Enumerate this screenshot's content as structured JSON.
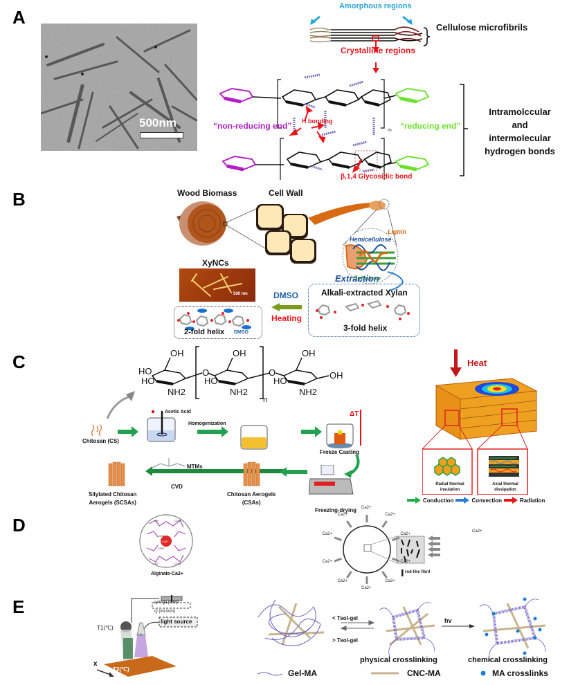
{
  "panels": {
    "A": {
      "letter": "A",
      "tem_scale_bar": "500nm",
      "amorphous_label": "Amorphous regions",
      "microfibrils_label": "Cellulose microfibrils",
      "crystalline_label": "Crystalline regions",
      "non_reducing_label": "“non-reducing end”",
      "reducing_label": "“reducing end”",
      "h_bonding_label": "H bonding",
      "glycosidic_label": "β,1,4 Glycosidic bond",
      "bond_label_line1": "Intramolccular",
      "bond_label_line2": "and",
      "bond_label_line3": "intermolecular",
      "bond_label_line4": "hydrogen bonds",
      "subscript_m": "m",
      "subscript_n": "n",
      "colors": {
        "amorphous": "#29a3d6",
        "crystalline": "#e8141a",
        "non_reducing": "#b21fc4",
        "reducing": "#6ee030"
      }
    },
    "B": {
      "letter": "B",
      "wood_biomass": "Wood Biomass",
      "cell_wall": "Cell Wall",
      "lignin": "Lignin",
      "hemicellulose": "Hemicellulose",
      "cellulose": "Cellulose",
      "xyncs": "XyNCs",
      "afm_scale": "500 nm",
      "extraction": "Extraction",
      "alkali_xylan": "Alkali-extracted Xylan",
      "three_fold": "3-fold helix",
      "two_fold": "2-fold helix",
      "dmso_small": "DMSO",
      "dmso": "DMSO",
      "heating": "Heating",
      "colors": {
        "dmso": "#1b5fa8",
        "heating": "#e8141a",
        "lignin": "#d86a14",
        "hemicellulose": "#1b4f9c",
        "cellulose": "#3a9a3a"
      }
    },
    "C": {
      "letter": "C",
      "oh": "OH",
      "ho": "HO",
      "nh2": "NH2",
      "o": "O",
      "n": "n",
      "chitosan": "Chitosan (CS)",
      "acetic_acid": "Acetic Acid",
      "homogenization": "Homogenization",
      "delta_t": "ΔT",
      "freeze_casting": "Freeze Casting",
      "freezing_drying": "Freezing-drying",
      "csa_line1": "Chitosan Aerogels",
      "csa_line2": "(CSAs)",
      "mtms": "MTMs",
      "cvd": "CVD",
      "scsa_line1": "Silylated Chitosan",
      "scsa_line2": "Aerogels (SCSAs)",
      "heat": "Heat",
      "radial_line1": "Radial thermal",
      "radial_line2": "insulation",
      "axial_line1": "Axial thermal",
      "axial_line2": "dissipation",
      "legend": [
        {
          "label": "Conduction",
          "color": "#22b04a"
        },
        {
          "label": "Convection",
          "color": "#2a7fd0"
        },
        {
          "label": "Radiation",
          "color": "#e8141a"
        }
      ]
    },
    "D": {
      "letter": "D",
      "alginate_label": "Alginate-Ca2+",
      "ca_ion": "Ca2+",
      "rod_fibril": "rod-like fibril",
      "ho": "HO",
      "coo": "COO⁻",
      "o": "O"
    },
    "E": {
      "letter": "E",
      "syringe_pump": "syringe pump",
      "flow_rate": "Q (mL/min)",
      "light_source": "light source",
      "t1": "T1(℃)",
      "t2": "T2(℃)",
      "x_axis": "x",
      "uv": "UV",
      "lt_tsolgel": "< Tsol-gel",
      "gt_tsolgel": "> Tsol-gel",
      "hv": "hv",
      "physical": "physical crosslinking",
      "chemical": "chemical crosslinking",
      "legend": [
        {
          "label": "Gel-MA",
          "color": "#6a5cc4"
        },
        {
          "label": "CNC-MA",
          "color": "#c8b48c"
        },
        {
          "label": "MA crosslinks",
          "color": "#1a7fd0"
        }
      ]
    }
  }
}
